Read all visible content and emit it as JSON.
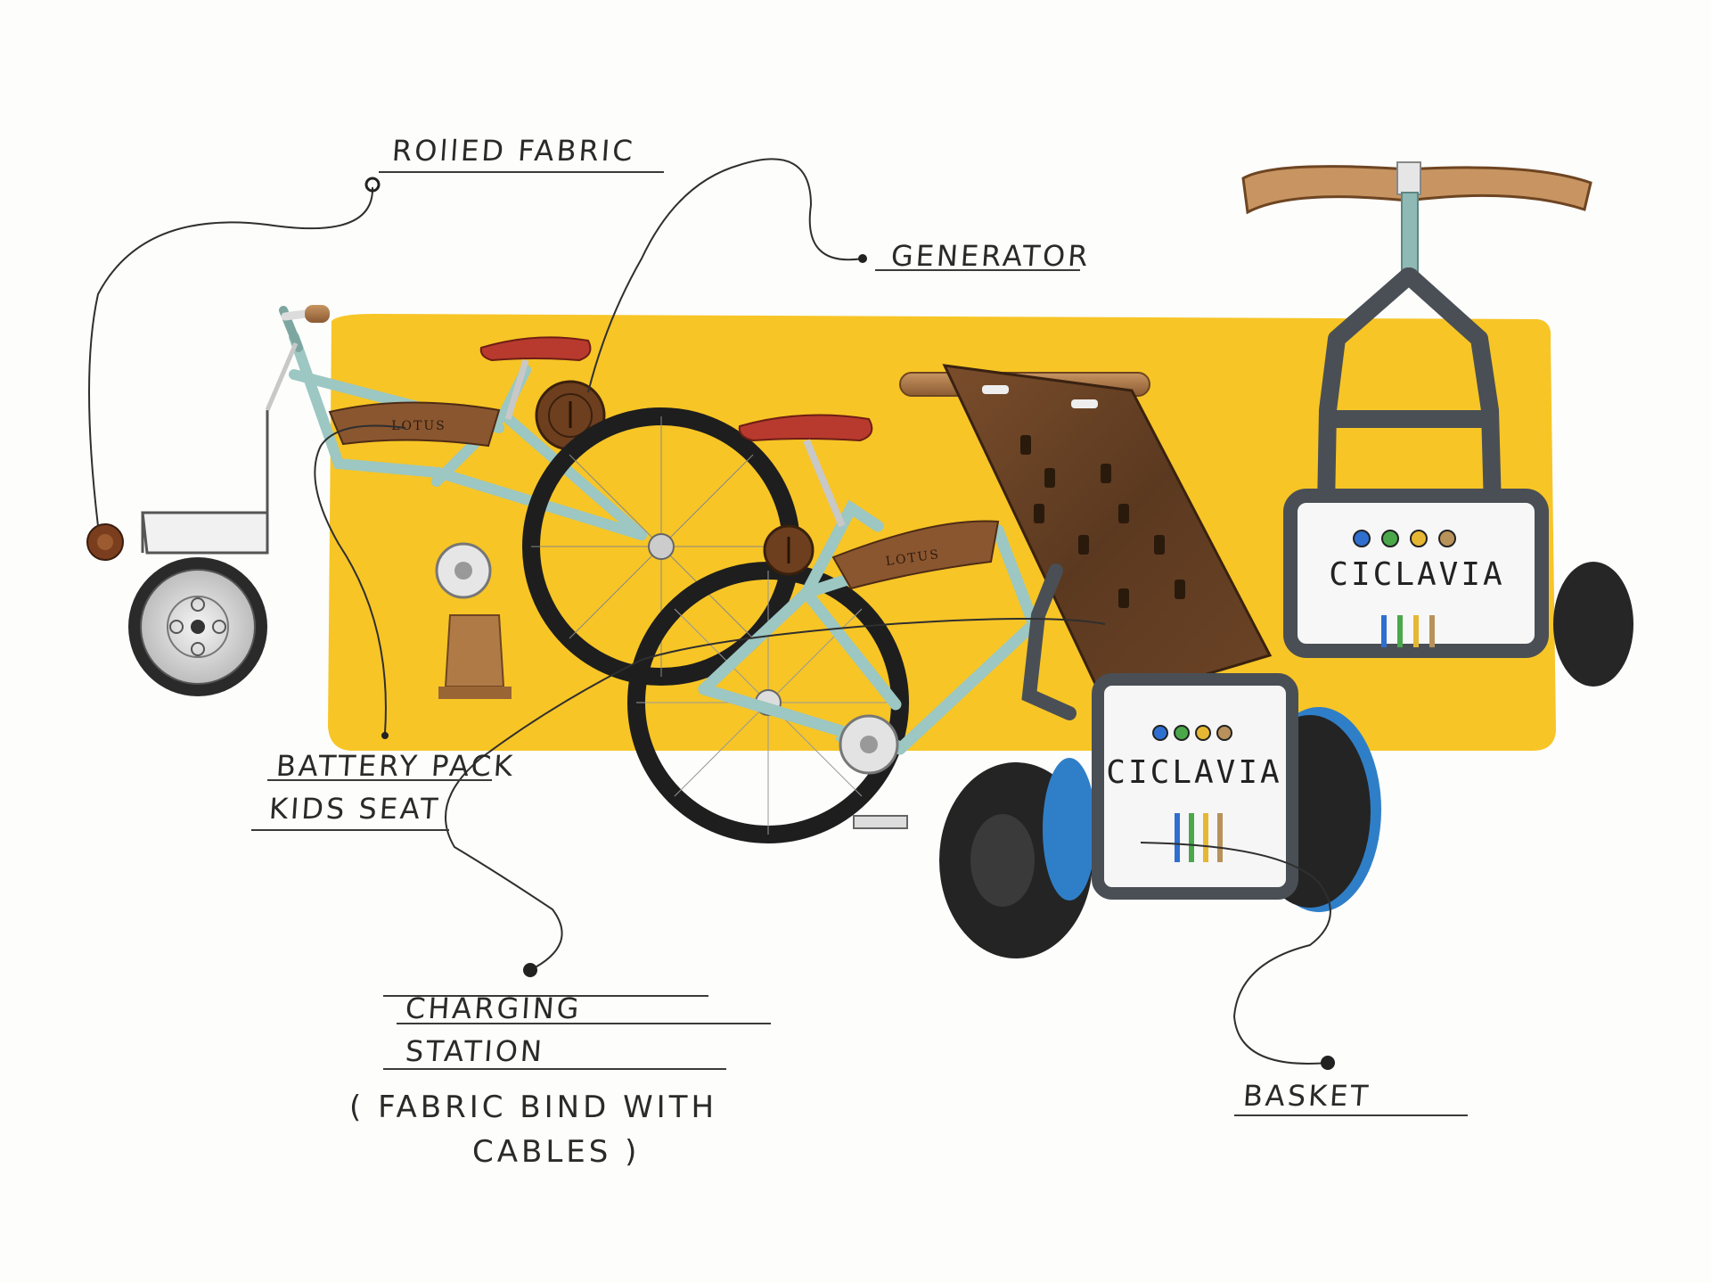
{
  "labels": {
    "rolled_fabric": "ROllED FABRIC",
    "generator": "GENERATOR",
    "battery_pack": "BATTERY PACK",
    "kids_seat": "KIDS SEAT",
    "charging_station_line1": "CHARGING",
    "charging_station_line2": "STATION",
    "charging_note_line1": "( FABRIC  BIND  WITH",
    "charging_note_line2": "CABLES )",
    "basket": "BASKET"
  },
  "branding": {
    "cart_wordmark": "CICLAVIA",
    "seat_brand": "LOTUS"
  },
  "colors": {
    "highlight_yellow": "#f7c21a",
    "frame_teal": "#9cc7c2",
    "saddle_red": "#b83a2e",
    "wood": "#6b4426",
    "leather": "#8a5630",
    "tire_black": "#1e1e1e",
    "bumper_blue": "#2f7fc8",
    "pipe_gray": "#4a4f55",
    "dot_blue": "#2f6fd0",
    "dot_green": "#4aa84a",
    "dot_yellow": "#e6b733",
    "dot_tan": "#b8925a"
  }
}
